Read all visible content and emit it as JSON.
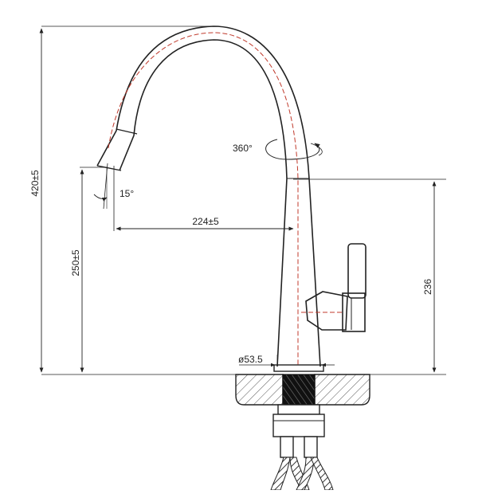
{
  "drawing": {
    "dimensions": {
      "total_height": "420±5",
      "spout_height": "250±5",
      "reach": "224±5",
      "body_height": "236",
      "base_diameter": "ø53.5",
      "rotation": "360°",
      "spray_angle": "15°"
    },
    "colors": {
      "outline": "#222222",
      "centerline": "#c0392b",
      "hatch": "#555555"
    }
  }
}
